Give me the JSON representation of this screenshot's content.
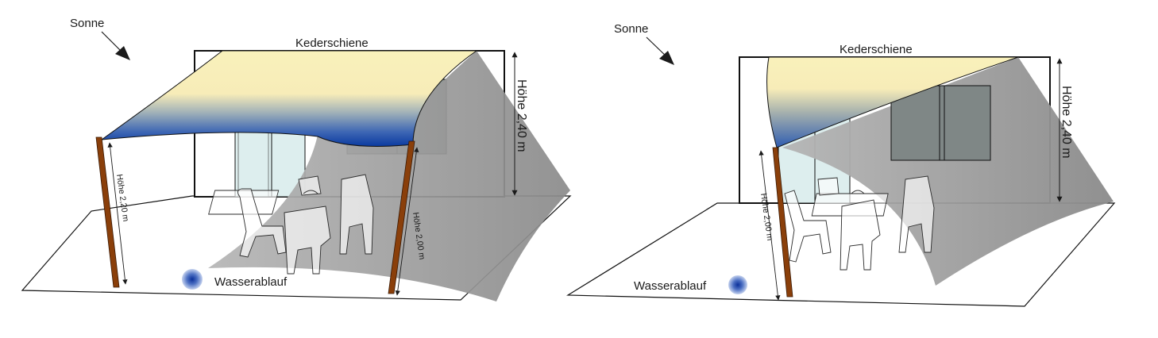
{
  "figure": {
    "type": "sun-sail installation diagram",
    "language": "de",
    "colors": {
      "sail_light": "#f9f1bb",
      "sail_dark": "#0a3aa0",
      "shadow": "#8e8e8e",
      "post": "#8a3f0a",
      "glass": "#ddeeee",
      "drain": "#1c44b0"
    }
  },
  "panels": [
    {
      "id": "left",
      "sun_label": "Sonne",
      "rail_label": "Kederschiene",
      "wall_height_label": "Höhe 2,40 m",
      "post_labels": [
        "Höhe 2,20 m",
        "Höhe 2,00 m"
      ],
      "drain_label": "Wasserablauf"
    },
    {
      "id": "right",
      "sun_label": "Sonne",
      "rail_label": "Kederschiene",
      "wall_height_label": "Höhe 2,40 m",
      "post_labels": [
        "Höhe 2,00 m"
      ],
      "drain_label": "Wasserablauf"
    }
  ]
}
